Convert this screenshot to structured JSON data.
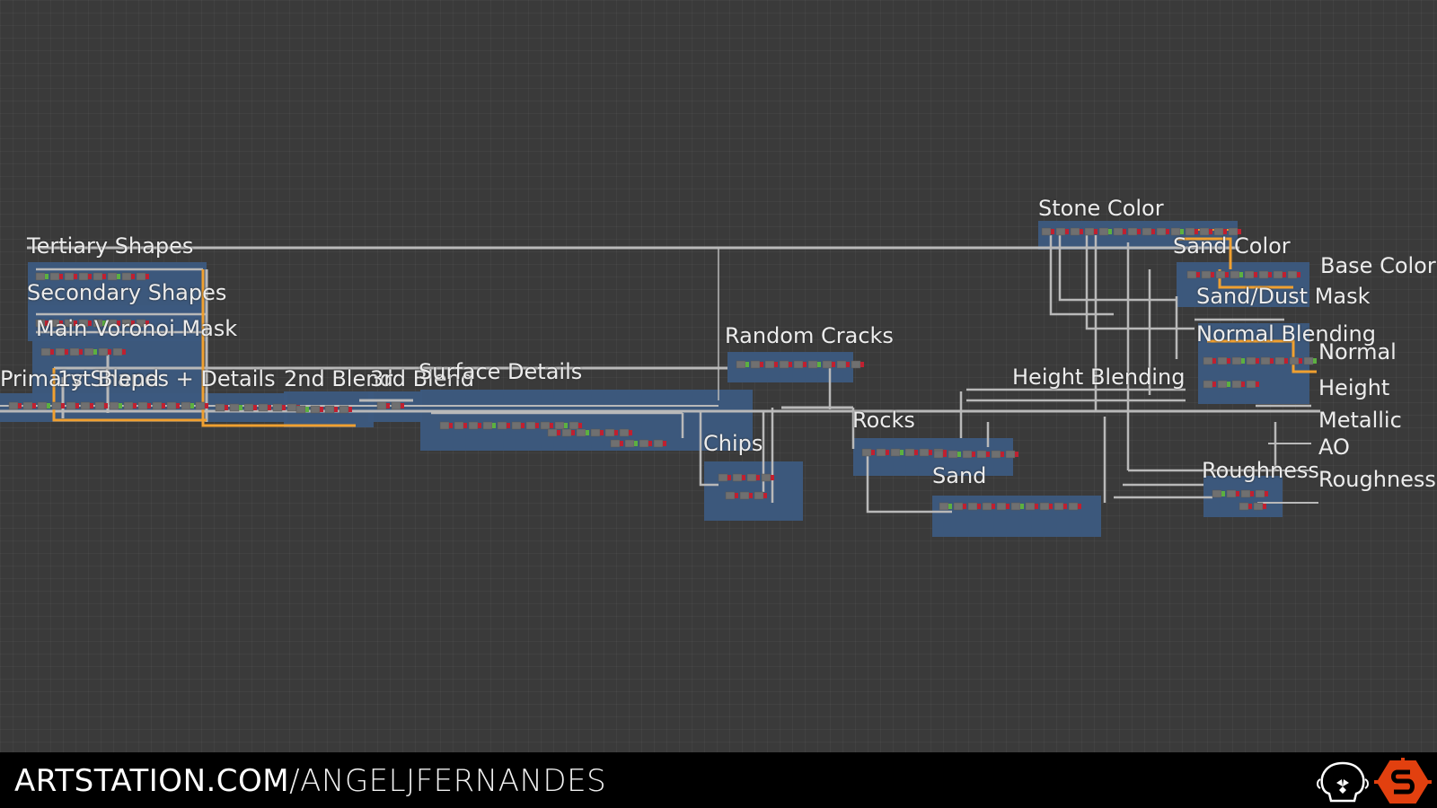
{
  "frames": [
    {
      "id": "tertiary-shapes",
      "label": "Tertiary Shapes"
    },
    {
      "id": "secondary-shapes",
      "label": "Secondary Shapes"
    },
    {
      "id": "main-voronoi-mask",
      "label": "Main Voronoi Mask"
    },
    {
      "id": "primary-shapes-details",
      "label": "Primary Shapes + Details"
    },
    {
      "id": "1st-blend",
      "label": "1st Blend"
    },
    {
      "id": "2nd-blend",
      "label": "2nd Blend"
    },
    {
      "id": "3rd-blend",
      "label": "3rd Blend"
    },
    {
      "id": "surface-details",
      "label": "Surface Details"
    },
    {
      "id": "random-cracks",
      "label": "Random Cracks"
    },
    {
      "id": "chips",
      "label": "Chips"
    },
    {
      "id": "rocks",
      "label": "Rocks"
    },
    {
      "id": "sand",
      "label": "Sand"
    },
    {
      "id": "height-blending",
      "label": "Height Blending"
    },
    {
      "id": "stone-color",
      "label": "Stone Color"
    },
    {
      "id": "sand-color",
      "label": "Sand Color"
    },
    {
      "id": "sand-dust-mask",
      "label": "Sand/Dust Mask"
    },
    {
      "id": "normal-blending",
      "label": "Normal Blending"
    },
    {
      "id": "roughness-frame",
      "label": "Roughness"
    }
  ],
  "outputs": [
    "Base Color",
    "Normal",
    "Height",
    "Metallic",
    "AO",
    "Roughness"
  ],
  "colors": {
    "background": "#3a3a3a",
    "frame": "#3c5a80",
    "wire": "#b9b9b9",
    "wire_highlight": "#f0a030",
    "node": "#707070",
    "port_red": "#c02030",
    "footer": "#000000"
  },
  "footer": {
    "domain": "ARTSTATION.COM",
    "slash": "/",
    "user": "ANGELJFERNANDES"
  },
  "icons": {
    "logo": "skull-icon",
    "app": "substance-designer-icon"
  }
}
